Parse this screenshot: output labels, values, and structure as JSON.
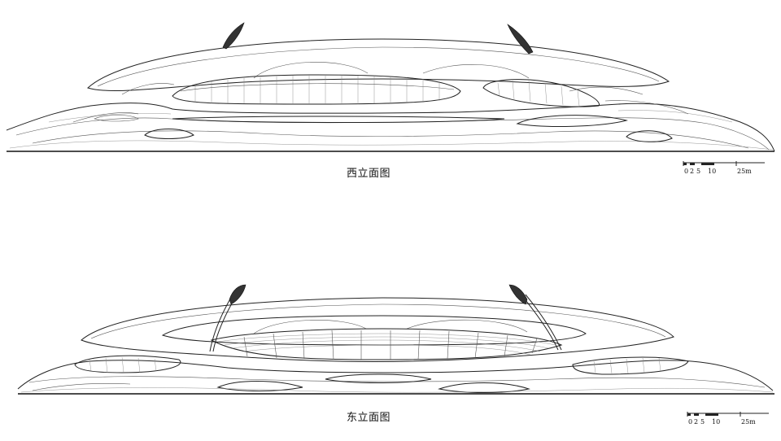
{
  "drawings": [
    {
      "id": "west",
      "caption": "西立面图",
      "scale_labels": [
        "0",
        "2",
        "5",
        "10",
        "25m"
      ]
    },
    {
      "id": "east",
      "caption": "东立面图",
      "scale_labels": [
        "0",
        "2",
        "5",
        "10",
        "25m"
      ]
    }
  ],
  "colors": {
    "line": "#222222",
    "background": "#ffffff"
  }
}
